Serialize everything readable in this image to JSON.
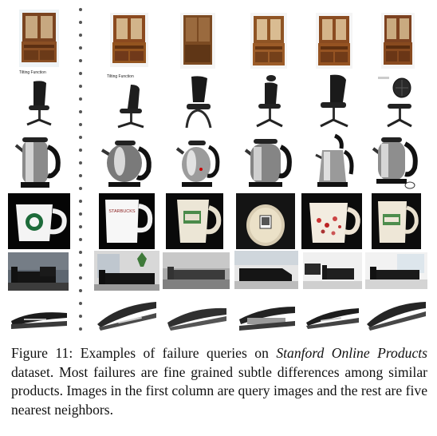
{
  "figure": {
    "caption_label": "Figure 11:",
    "caption_part1": "Examples of failure queries on",
    "caption_dataset": "Stanford Online Products",
    "caption_part2": "dataset. Most failures are fine grained subtle differences among similar products. Images in the first column are query images and the rest are five nearest neighbors."
  },
  "rows": [
    {
      "category": "cabinet",
      "items": 6
    },
    {
      "category": "office-chair",
      "items": 6
    },
    {
      "category": "kettle",
      "items": 6
    },
    {
      "category": "mug",
      "items": 6
    },
    {
      "category": "sofa",
      "items": 6
    },
    {
      "category": "stapler",
      "items": 6
    }
  ],
  "tiny_labels": {
    "query_cabinet": "Tilting Function",
    "neighbor_cabinet": "Tilting Function"
  },
  "mug_texts": {
    "starbucks": "STARBUCKS"
  }
}
